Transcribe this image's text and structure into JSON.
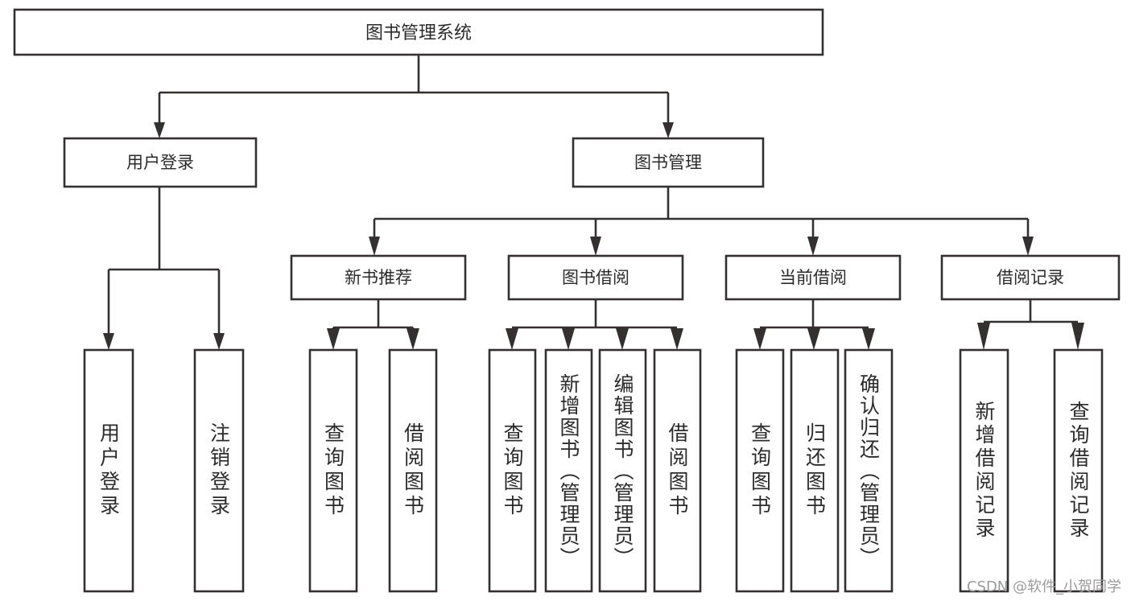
{
  "diagram": {
    "type": "tree",
    "title": "图书管理系统",
    "orientation": "top-down",
    "colors": {
      "line": "#33302f",
      "box_fill": "#ffffff",
      "text": "#2b2b2b",
      "watermark": "#9a9a9a",
      "background": "#ffffff"
    },
    "root": {
      "id": "root",
      "label": "图书管理系统"
    },
    "level1": [
      {
        "id": "user-login",
        "label": "用户登录"
      },
      {
        "id": "book-manage",
        "label": "图书管理"
      }
    ],
    "level2": [
      {
        "id": "new-book-recommend",
        "label": "新书推荐",
        "parent": "book-manage"
      },
      {
        "id": "book-borrow",
        "label": "图书借阅",
        "parent": "book-manage"
      },
      {
        "id": "current-borrow",
        "label": "当前借阅",
        "parent": "book-manage"
      },
      {
        "id": "borrow-record",
        "label": "借阅记录",
        "parent": "book-manage"
      }
    ],
    "leaves": [
      {
        "id": "leaf-user-login",
        "label": "用户登录",
        "parent": "user-login"
      },
      {
        "id": "leaf-logout",
        "label": "注销登录",
        "parent": "user-login"
      },
      {
        "id": "leaf-query-book-1",
        "label": "查询图书",
        "parent": "new-book-recommend"
      },
      {
        "id": "leaf-borrow-book-1",
        "label": "借阅图书",
        "parent": "new-book-recommend"
      },
      {
        "id": "leaf-query-book-2",
        "label": "查询图书",
        "parent": "book-borrow"
      },
      {
        "id": "leaf-add-book",
        "label": "新增图书（管理员）",
        "parent": "book-borrow"
      },
      {
        "id": "leaf-edit-book",
        "label": "编辑图书（管理员）",
        "parent": "book-borrow"
      },
      {
        "id": "leaf-borrow-book-2",
        "label": "借阅图书",
        "parent": "book-borrow"
      },
      {
        "id": "leaf-query-book-3",
        "label": "查询图书",
        "parent": "current-borrow"
      },
      {
        "id": "leaf-return-book",
        "label": "归还图书",
        "parent": "current-borrow"
      },
      {
        "id": "leaf-confirm-return",
        "label": "确认归还（管理员）",
        "parent": "current-borrow"
      },
      {
        "id": "leaf-add-record",
        "label": "新增借阅记录",
        "parent": "borrow-record"
      },
      {
        "id": "leaf-query-record",
        "label": "查询借阅记录",
        "parent": "borrow-record"
      }
    ]
  },
  "watermark": {
    "text": "CSDN @软件_小贺同学"
  }
}
